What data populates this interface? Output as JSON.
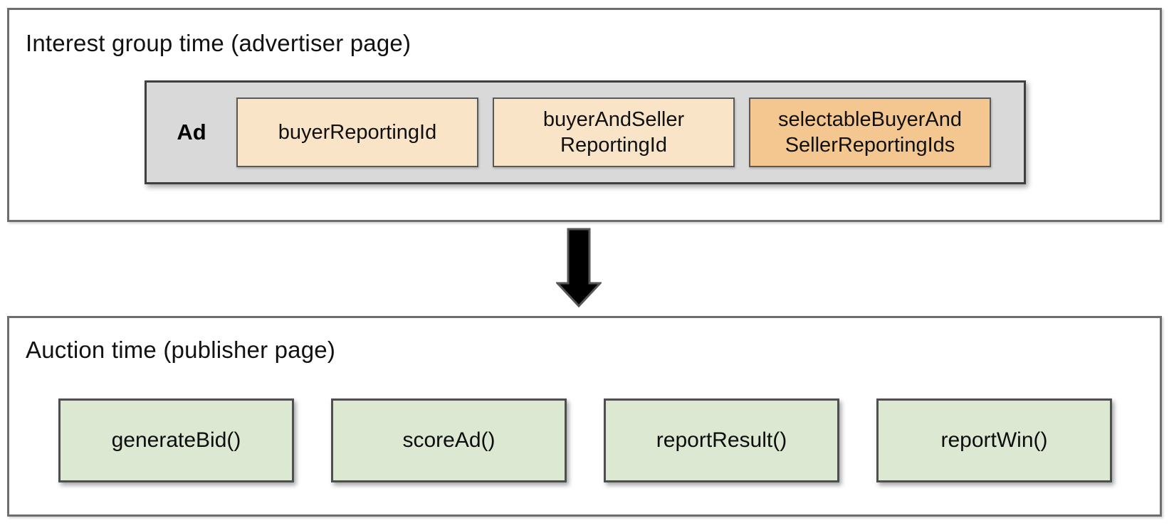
{
  "colors": {
    "outer_border": "#6e6e6e",
    "ad_container_fill": "#d9d9d9",
    "ad_container_border": "#3f3f3f",
    "peach_fill": "#f9e4c8",
    "orange_fill": "#f3c78f",
    "inner_border": "#595959",
    "green_fill": "#dce8d2",
    "green_border": "#4f4f4f",
    "arrow_fill": "#000000",
    "arrow_outline": "#565656",
    "text": "#111111"
  },
  "interest_group_section": {
    "title": "Interest group time (advertiser page)",
    "ad_container": {
      "label": "Ad",
      "reporting_id_boxes": [
        {
          "text": "buyerReportingId",
          "variant": "peach"
        },
        {
          "text": "buyerAndSeller\nReportingId",
          "variant": "peach"
        },
        {
          "text": "selectableBuyerAnd\nSellerReportingIds",
          "variant": "orange"
        }
      ]
    }
  },
  "arrow": {
    "direction": "down"
  },
  "auction_section": {
    "title": "Auction time (publisher page)",
    "function_boxes": [
      {
        "text": "generateBid()"
      },
      {
        "text": "scoreAd()"
      },
      {
        "text": "reportResult()"
      },
      {
        "text": "reportWin()"
      }
    ]
  }
}
